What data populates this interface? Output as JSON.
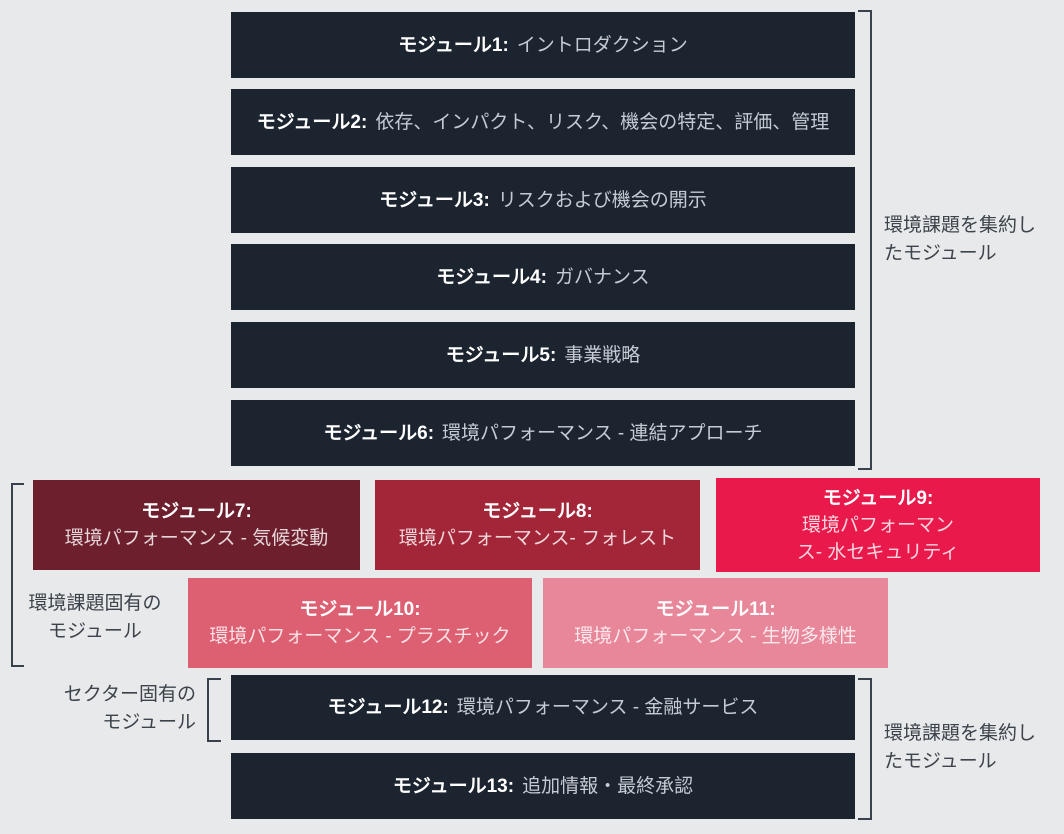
{
  "colors": {
    "background": "#e8e9ea",
    "dark_box": "#1c2430",
    "label_text": "#ffffff",
    "desc_text_dark": "#c6cbd3",
    "desc_text_colored": "rgba(255,255,255,0.82)",
    "bracket": "#39414c",
    "annotation_text": "#3c434b",
    "module7_bg": "#6e1f2d",
    "module8_bg": "#a32638",
    "module9_bg": "#e91a4b",
    "module10_bg": "#dd5f72",
    "module11_bg": "#e9879a"
  },
  "top_modules": [
    {
      "label": "モジュール1:",
      "desc": "イントロダクション"
    },
    {
      "label": "モジュール2:",
      "desc": "依存、インパクト、リスク、機会の特定、評価、管理"
    },
    {
      "label": "モジュール3:",
      "desc": "リスクおよび機会の開示"
    },
    {
      "label": "モジュール4:",
      "desc": "ガバナンス"
    },
    {
      "label": "モジュール5:",
      "desc": "事業戦略"
    },
    {
      "label": "モジュール6:",
      "desc": "環境パフォーマンス - 連結アプローチ"
    }
  ],
  "issue_modules": [
    {
      "label": "モジュール7:",
      "desc_lines": [
        "環境パフォーマンス - 気候変動"
      ],
      "color": "#6e1f2d"
    },
    {
      "label": "モジュール8:",
      "desc_lines": [
        "環境パフォーマンス- フォレスト"
      ],
      "color": "#a32638"
    },
    {
      "label": "モジュール9:",
      "desc_lines": [
        "環境パフォーマン",
        "ス- 水セキュリティ"
      ],
      "color": "#e91a4b"
    },
    {
      "label": "モジュール10:",
      "desc_lines": [
        "環境パフォーマンス - プラスチック"
      ],
      "color": "#dd5f72"
    },
    {
      "label": "モジュール11:",
      "desc_lines": [
        "環境パフォーマンス - 生物多様性"
      ],
      "color": "#e9879a"
    }
  ],
  "bottom_modules": [
    {
      "label": "モジュール12:",
      "desc": "環境パフォーマンス - 金融サービス"
    },
    {
      "label": "モジュール13:",
      "desc": "追加情報・最終承認"
    }
  ],
  "annotations": {
    "aggregated_top": {
      "lines": [
        "環境課題を集約し",
        "たモジュール"
      ]
    },
    "issue_specific": {
      "lines": [
        "環境課題固有の",
        "モジュール"
      ]
    },
    "sector_specific": {
      "lines": [
        "セクター固有の",
        "モジュール"
      ]
    },
    "aggregated_bottom": {
      "lines": [
        "環境課題を集約し",
        "たモジュール"
      ]
    }
  }
}
